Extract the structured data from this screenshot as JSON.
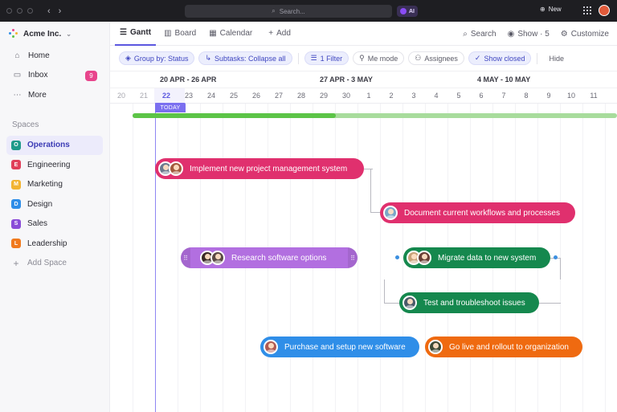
{
  "titlebar": {
    "search_placeholder": "Search...",
    "ai_label": "AI",
    "new_label": "New"
  },
  "sidebar": {
    "workspace": "Acme Inc.",
    "nav": [
      {
        "label": "Home",
        "icon": "home-icon"
      },
      {
        "label": "Inbox",
        "icon": "inbox-icon",
        "badge": "9"
      },
      {
        "label": "More",
        "icon": "more-icon"
      }
    ],
    "spaces_label": "Spaces",
    "spaces": [
      {
        "letter": "O",
        "label": "Operations",
        "color": "#1f9a8a",
        "active": true
      },
      {
        "letter": "E",
        "label": "Engineering",
        "color": "#e0405a"
      },
      {
        "letter": "M",
        "label": "Marketing",
        "color": "#f2b431"
      },
      {
        "letter": "D",
        "label": "Design",
        "color": "#2f8ee8"
      },
      {
        "letter": "S",
        "label": "Sales",
        "color": "#8a4cd8"
      },
      {
        "letter": "L",
        "label": "Leadership",
        "color": "#f07a1e"
      }
    ],
    "add_space": "Add Space"
  },
  "toolbar": {
    "tabs": [
      {
        "label": "Gantt",
        "icon": "gantt-icon",
        "active": true
      },
      {
        "label": "Board",
        "icon": "board-icon"
      },
      {
        "label": "Calendar",
        "icon": "calendar-icon"
      }
    ],
    "add_label": "Add",
    "search_label": "Search",
    "show_label": "Show · 5",
    "customize_label": "Customize"
  },
  "filters": {
    "group_by": "Group by: Status",
    "subtasks": "Subtasks: Collapse all",
    "filter": "1 Filter",
    "me_mode": "Me mode",
    "assignees": "Assignees",
    "show_closed": "Show closed",
    "hide": "Hide"
  },
  "timeline": {
    "weeks": [
      "20 APR - 26 APR",
      "27 APR - 3 MAY",
      "4 MAY - 10 MAY"
    ],
    "days": [
      "20",
      "21",
      "22",
      "23",
      "24",
      "25",
      "26",
      "27",
      "28",
      "29",
      "30",
      "1",
      "2",
      "3",
      "4",
      "5",
      "6",
      "7",
      "8",
      "9",
      "10",
      "11"
    ],
    "today_label": "TODAY",
    "progress_fraction": 0.42
  },
  "tasks": [
    {
      "label": "Implement new project management system",
      "color": "#e0306e"
    },
    {
      "label": "Document current workflows and processes",
      "color": "#e0306e"
    },
    {
      "label": "Research software options",
      "color": "#b26fe0"
    },
    {
      "label": "Migrate data to new system",
      "color": "#15884e"
    },
    {
      "label": "Test and troubleshoot issues",
      "color": "#15884e"
    },
    {
      "label": "Purchase and setup new software",
      "color": "#2f8ee8"
    },
    {
      "label": "Go live and rollout to organization",
      "color": "#ef6a10"
    }
  ]
}
